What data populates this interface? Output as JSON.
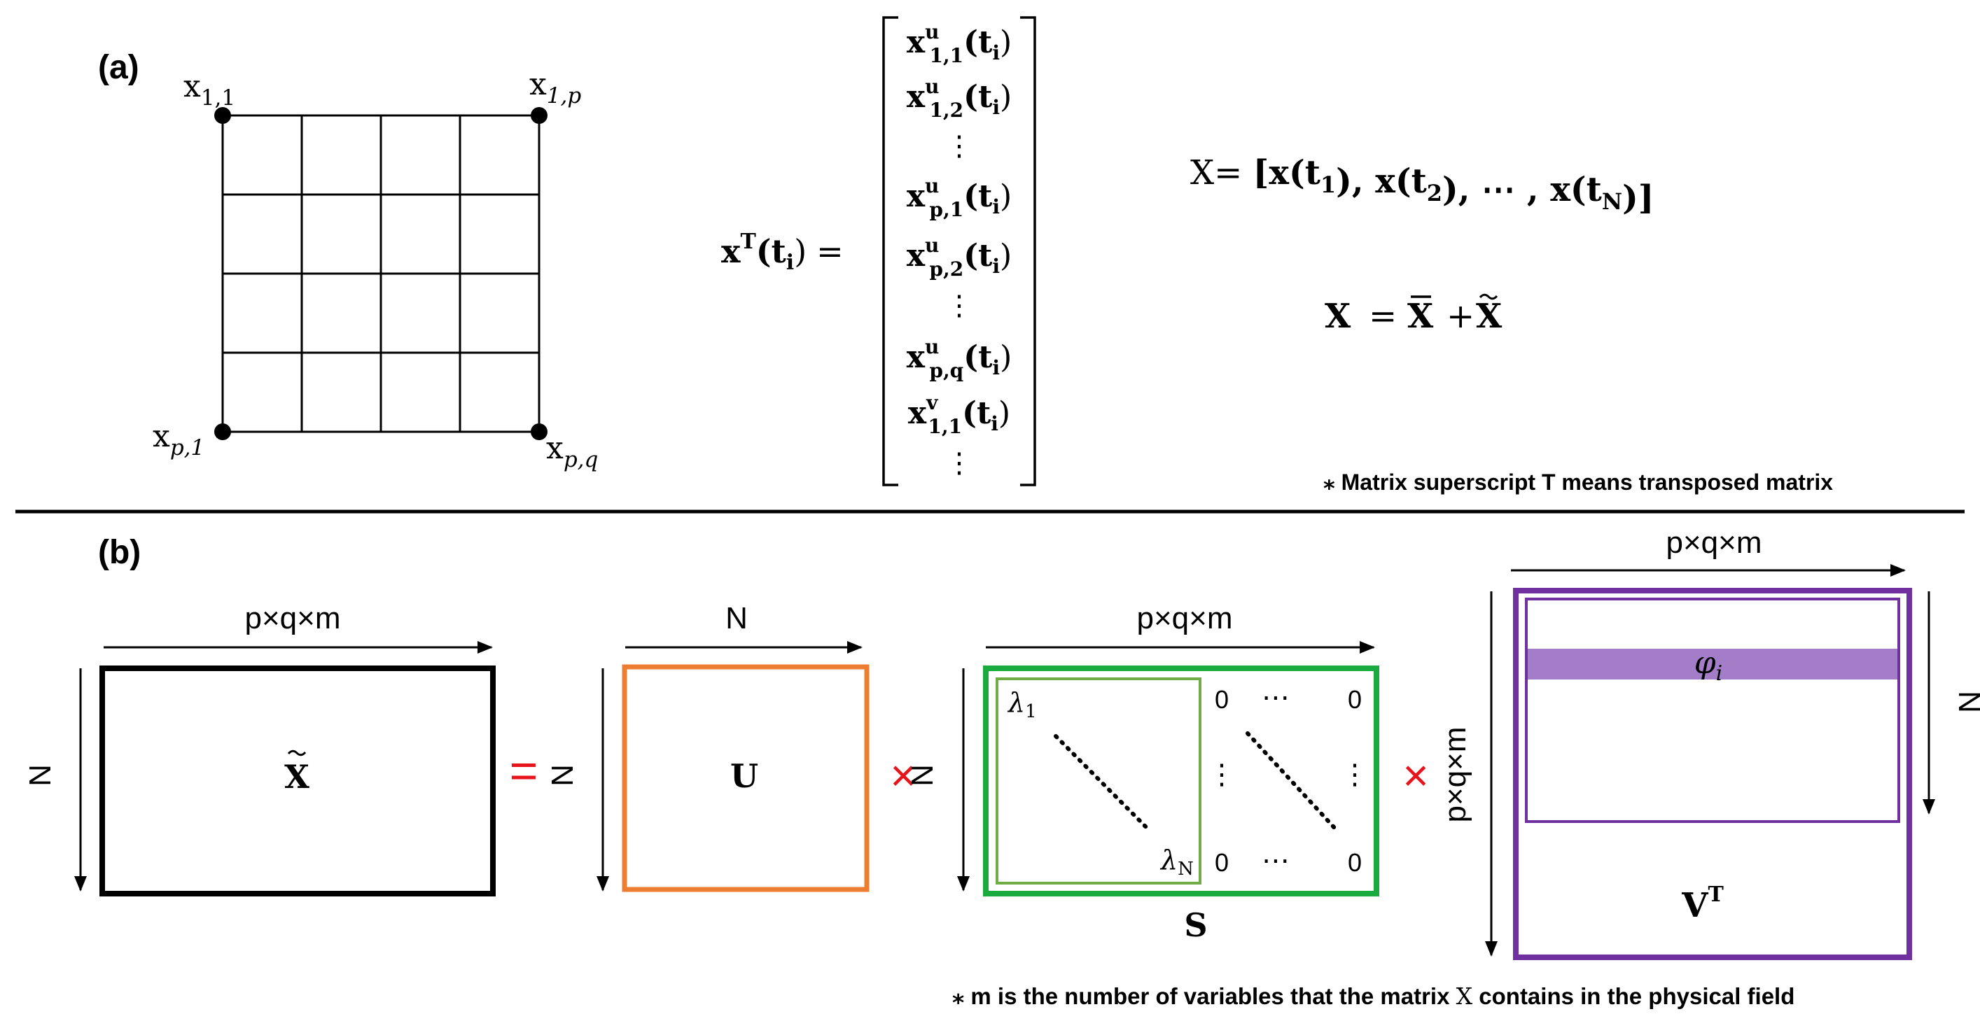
{
  "panel_a": {
    "label": "(a)",
    "grid": {
      "rows": 4,
      "cols": 4
    },
    "corner_labels": {
      "top_left": {
        "base": "x",
        "sub": "1,1"
      },
      "top_right": {
        "base": "x",
        "sub": "1,p"
      },
      "bottom_left": {
        "base": "x",
        "sub": "p,1"
      },
      "bottom_right": {
        "base": "x",
        "sub": "p,q"
      }
    },
    "vector_lhs": {
      "base": "x",
      "sup": "T",
      "arg": "(t",
      "arg_sub": "i",
      "close": ")",
      "eq": "="
    },
    "vector_entries": [
      {
        "type": "entry",
        "sup": "u",
        "sub": "1,1",
        "arg": "(t",
        "arg_sub": "i",
        "close": ")"
      },
      {
        "type": "entry",
        "sup": "u",
        "sub": "1,2",
        "arg": "(t",
        "arg_sub": "i",
        "close": ")"
      },
      {
        "type": "vdots",
        "text": "⋮"
      },
      {
        "type": "entry",
        "sup": "u",
        "sub": "p,1",
        "arg": "(t",
        "arg_sub": "i",
        "close": ")"
      },
      {
        "type": "entry",
        "sup": "u",
        "sub": "p,2",
        "arg": "(t",
        "arg_sub": "i",
        "close": ")"
      },
      {
        "type": "vdots",
        "text": "⋮"
      },
      {
        "type": "entry",
        "sup": "u",
        "sub": "p,q",
        "arg": "(t",
        "arg_sub": "i",
        "close": ")"
      },
      {
        "type": "entry",
        "sup": "v",
        "sub": "1,1",
        "arg": "(t",
        "arg_sub": "i",
        "close": ")"
      },
      {
        "type": "vdots",
        "text": "⋮"
      }
    ],
    "equation_X": {
      "lhs": "X=",
      "parts": [
        {
          "text": "[x(t"
        },
        {
          "sub": "1"
        },
        {
          "text": "), x(t"
        },
        {
          "sub": "2"
        },
        {
          "text": "), ⋯ , x(t"
        },
        {
          "sub": "N"
        },
        {
          "text": ")]"
        }
      ]
    },
    "equation_decomp": {
      "lhs": "X",
      "eq": "=",
      "mean": "X",
      "plus": "+",
      "anom": "X"
    },
    "note": "⁎ Matrix superscript T means transposed matrix"
  },
  "panel_b": {
    "label": "(b)",
    "equals": "=",
    "times": "×",
    "xtilde": {
      "top_label": "p×q×m",
      "side_label": "N",
      "name": "X"
    },
    "U": {
      "top_label": "N",
      "side_label": "N",
      "name": "U"
    },
    "S": {
      "top_label": "p×q×m",
      "side_label": "N",
      "name": "S",
      "lambda_first": "λ",
      "lambda_first_sub": "1",
      "lambda_last": "λ",
      "lambda_last_sub": "N",
      "zero": "0",
      "hdots": "⋯",
      "vdots": "⋮"
    },
    "VT": {
      "top_label": "p×q×m",
      "side_left_label": "p×q×m",
      "side_right_label": "N",
      "name": "V",
      "name_sup": "T",
      "row_label": "φ",
      "row_label_sub": "i"
    },
    "note_parts": [
      {
        "text": "⁎ m is the number of variables that the matrix "
      },
      {
        "text": "X",
        "serif": true
      },
      {
        "text": " contains in the physical field"
      }
    ]
  },
  "colors": {
    "black": "#000000",
    "red": "#e8141b",
    "orange": "#ed7d31",
    "green": "#1aab3f",
    "light_green": "#70ad47",
    "purple": "#7030a0",
    "light_purple": "#a47dc8"
  }
}
